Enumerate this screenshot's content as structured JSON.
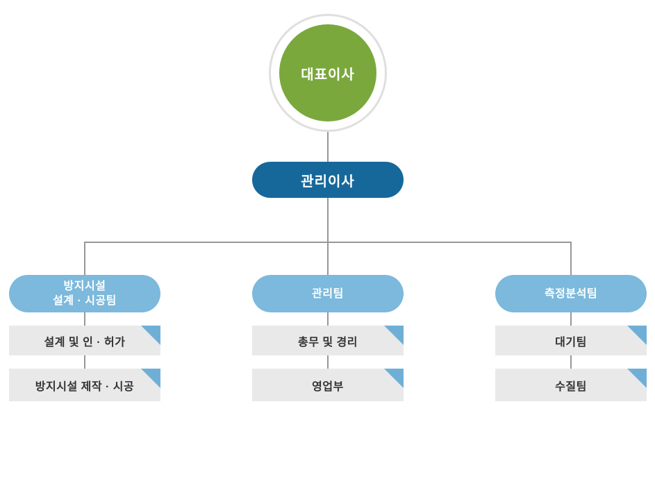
{
  "colors": {
    "background": "#ffffff",
    "green": "#7aa83d",
    "ring_gray": "#dfdfdf",
    "dark_blue": "#16689b",
    "light_blue": "#7cb9dc",
    "triangle_blue": "#6fafd6",
    "box_gray": "#e9e9e9",
    "line_gray": "#979797",
    "box_text": "#333333"
  },
  "org_chart": {
    "ceo": {
      "label": "대표이사"
    },
    "director": {
      "label": "관리이사"
    },
    "teams": [
      {
        "lines": [
          "방지시설",
          "설계 · 시공팀"
        ],
        "subunits": [
          "설계 및 인 · 허가",
          "방지시설 제작 · 시공"
        ]
      },
      {
        "lines": [
          "관리팀"
        ],
        "subunits": [
          "총무 및 경리",
          "영업부"
        ]
      },
      {
        "lines": [
          "측정분석팀"
        ],
        "subunits": [
          "대기팀",
          "수질팀"
        ]
      }
    ]
  }
}
